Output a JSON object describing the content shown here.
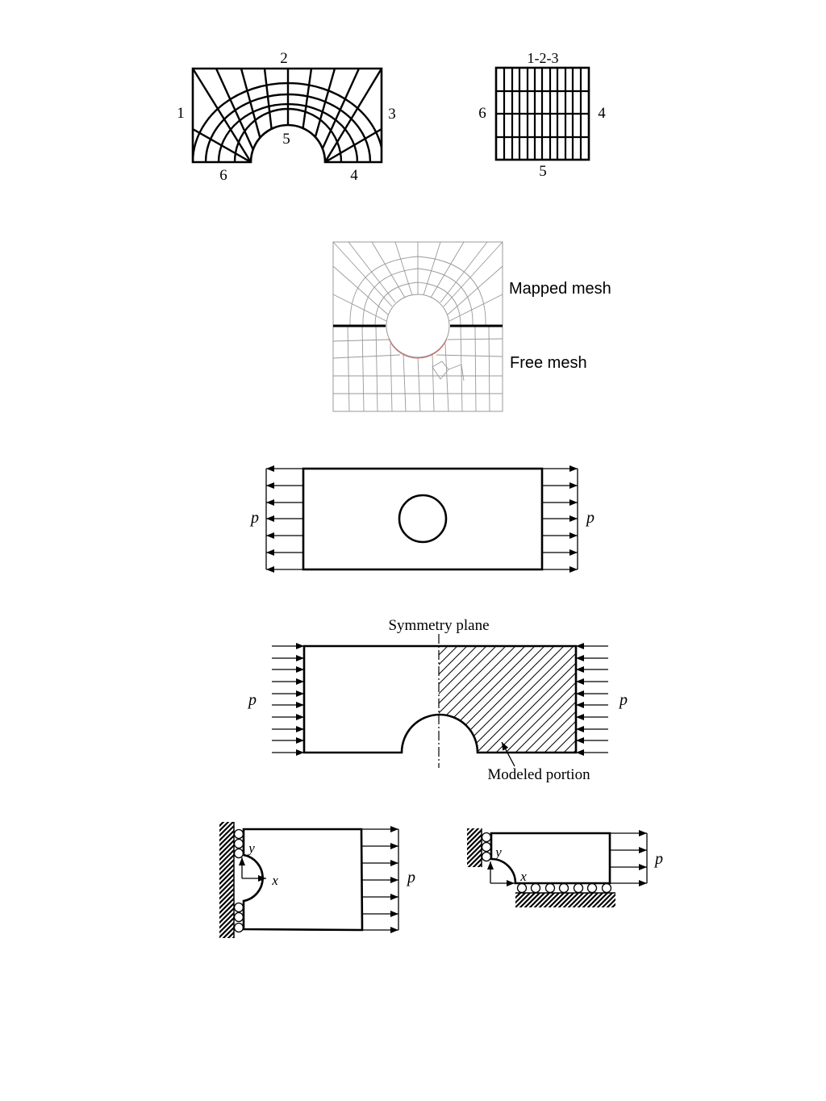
{
  "fig_a": {
    "left_labels": {
      "top": "2",
      "left": "1",
      "right": "3",
      "hole": "5",
      "bottom_left": "6",
      "bottom_right": "4"
    },
    "right_labels": {
      "top": "1-2-3",
      "left": "6",
      "right": "4",
      "bottom": "5"
    }
  },
  "fig_b": {
    "mapped_label": "Mapped mesh",
    "free_label": "Free mesh"
  },
  "fig_c": {
    "load_left": "p",
    "load_right": "p"
  },
  "fig_d": {
    "symmetry_label": "Symmetry plane",
    "modeled_label": "Modeled portion",
    "load_left": "p",
    "load_right": "p"
  },
  "fig_e": {
    "left": {
      "y_label": "y",
      "x_label": "x",
      "load": "p"
    },
    "right": {
      "y_label": "y",
      "x_label": "x",
      "load": "p"
    }
  }
}
